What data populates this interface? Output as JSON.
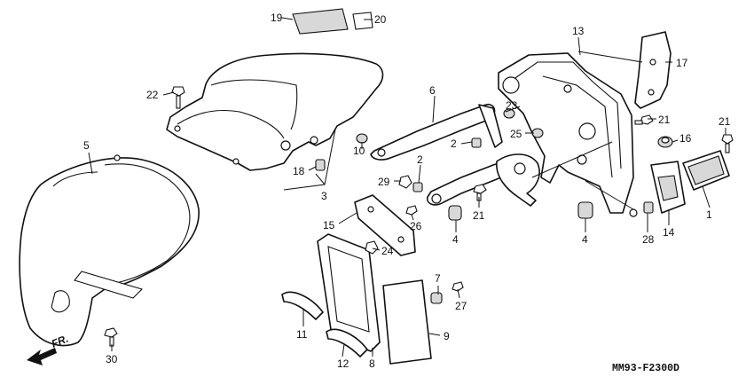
{
  "diagram": {
    "code": "MM93-F2300D",
    "front_label": "FR.",
    "callouts": {
      "c1": "1",
      "c2a": "2",
      "c2b": "2",
      "c3": "3",
      "c4a": "4",
      "c4b": "4",
      "c5": "5",
      "c6": "6",
      "c7": "7",
      "c8": "8",
      "c9": "9",
      "c10": "10",
      "c11": "11",
      "c12": "12",
      "c13": "13",
      "c14": "14",
      "c15": "15",
      "c16": "16",
      "c17": "17",
      "c18": "18",
      "c19": "19",
      "c20": "20",
      "c21a": "21",
      "c21b": "21",
      "c21c": "21",
      "c22": "22",
      "c23": "23",
      "c24": "24",
      "c25": "25",
      "c26": "26",
      "c27": "27",
      "c28": "28",
      "c29": "29",
      "c30": "30"
    }
  }
}
